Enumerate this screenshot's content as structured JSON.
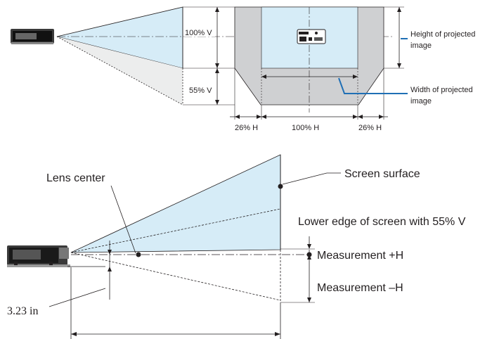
{
  "top_view": {
    "pct_100_v": "100% V",
    "pct_55_v": "55% V",
    "pct_26_h_left": "26% H",
    "pct_100_h": "100% H",
    "pct_26_h_right": "26% H",
    "height_label_line1": "Height of projected",
    "height_label_line2": "image",
    "width_label_line1": "Width of projected",
    "width_label_line2": "image"
  },
  "side_view": {
    "lens_center": "Lens center",
    "screen_surface": "Screen surface",
    "lower_edge": "Lower edge of screen with 55% V",
    "measurement_plus_h": "Measurement +H",
    "measurement_minus_h": "Measurement –H",
    "offset": "3.23 in"
  },
  "colors": {
    "beam": "#d6ecf7",
    "shift_area": "#cfd0d2",
    "accent": "#1f6fb5",
    "line": "#231f20"
  }
}
